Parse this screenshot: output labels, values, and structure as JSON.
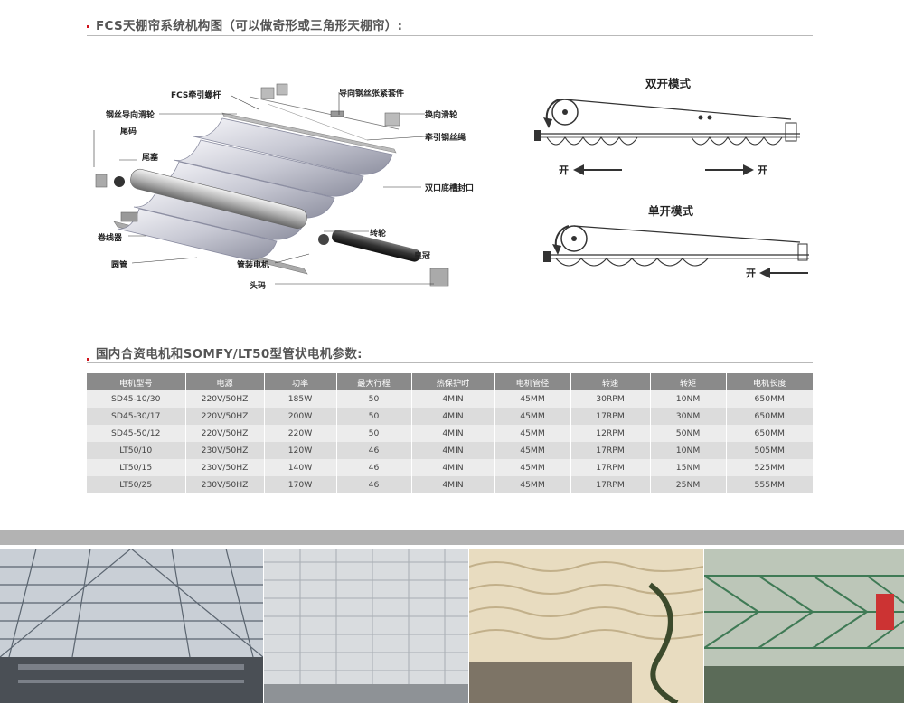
{
  "section1": {
    "title": "FCS天棚帘系统机构图（可以做奇形或三角形天棚帘）:"
  },
  "diagram_labels": {
    "fcs_screw": "FCS牵引螺杆",
    "guide_tensioner": "导向钢丝张紧套件",
    "wire_pulley": "钢丝导向滑轮",
    "tail_code": "尾码",
    "turn_pulley": "换向滑轮",
    "pull_wire": "牵引钢丝绳",
    "tail_plug": "尾塞",
    "double_seal": "双口底槽封口",
    "winder": "卷线器",
    "turn_wheel": "转轮",
    "crown": "皇冠",
    "round_tube": "圆管",
    "tube_motor": "管装电机",
    "head_code": "头码"
  },
  "modes": {
    "double": {
      "title": "双开模式",
      "left_label": "开",
      "right_label": "开"
    },
    "single": {
      "title": "单开模式",
      "label": "开"
    }
  },
  "section2": {
    "title": "国内合资电机和SOMFY/LT50型管状电机参数:"
  },
  "table": {
    "headers": [
      "电机型号",
      "电源",
      "功率",
      "最大行程",
      "热保护时",
      "电机管径",
      "转速",
      "转矩",
      "电机长度"
    ],
    "rows": [
      [
        "SD45-10/30",
        "220V/50HZ",
        "185W",
        "50",
        "4MIN",
        "45MM",
        "30RPM",
        "10NM",
        "650MM"
      ],
      [
        "SD45-30/17",
        "220V/50HZ",
        "200W",
        "50",
        "4MIN",
        "45MM",
        "17RPM",
        "30NM",
        "650MM"
      ],
      [
        "SD45-50/12",
        "220V/50HZ",
        "220W",
        "50",
        "4MIN",
        "45MM",
        "12RPM",
        "50NM",
        "650MM"
      ],
      [
        "LT50/10",
        "230V/50HZ",
        "120W",
        "46",
        "4MIN",
        "45MM",
        "17RPM",
        "10NM",
        "505MM"
      ],
      [
        "LT50/15",
        "230V/50HZ",
        "140W",
        "46",
        "4MIN",
        "45MM",
        "17RPM",
        "15NM",
        "525MM"
      ],
      [
        "LT50/25",
        "230V/50HZ",
        "170W",
        "46",
        "4MIN",
        "45MM",
        "17RPM",
        "25NM",
        "555MM"
      ]
    ]
  },
  "photos": [
    {
      "name": "photo-atrium-roof-1"
    },
    {
      "name": "photo-white-pleated-roof"
    },
    {
      "name": "photo-cream-wave-roof"
    },
    {
      "name": "photo-steel-truss-roof"
    }
  ]
}
